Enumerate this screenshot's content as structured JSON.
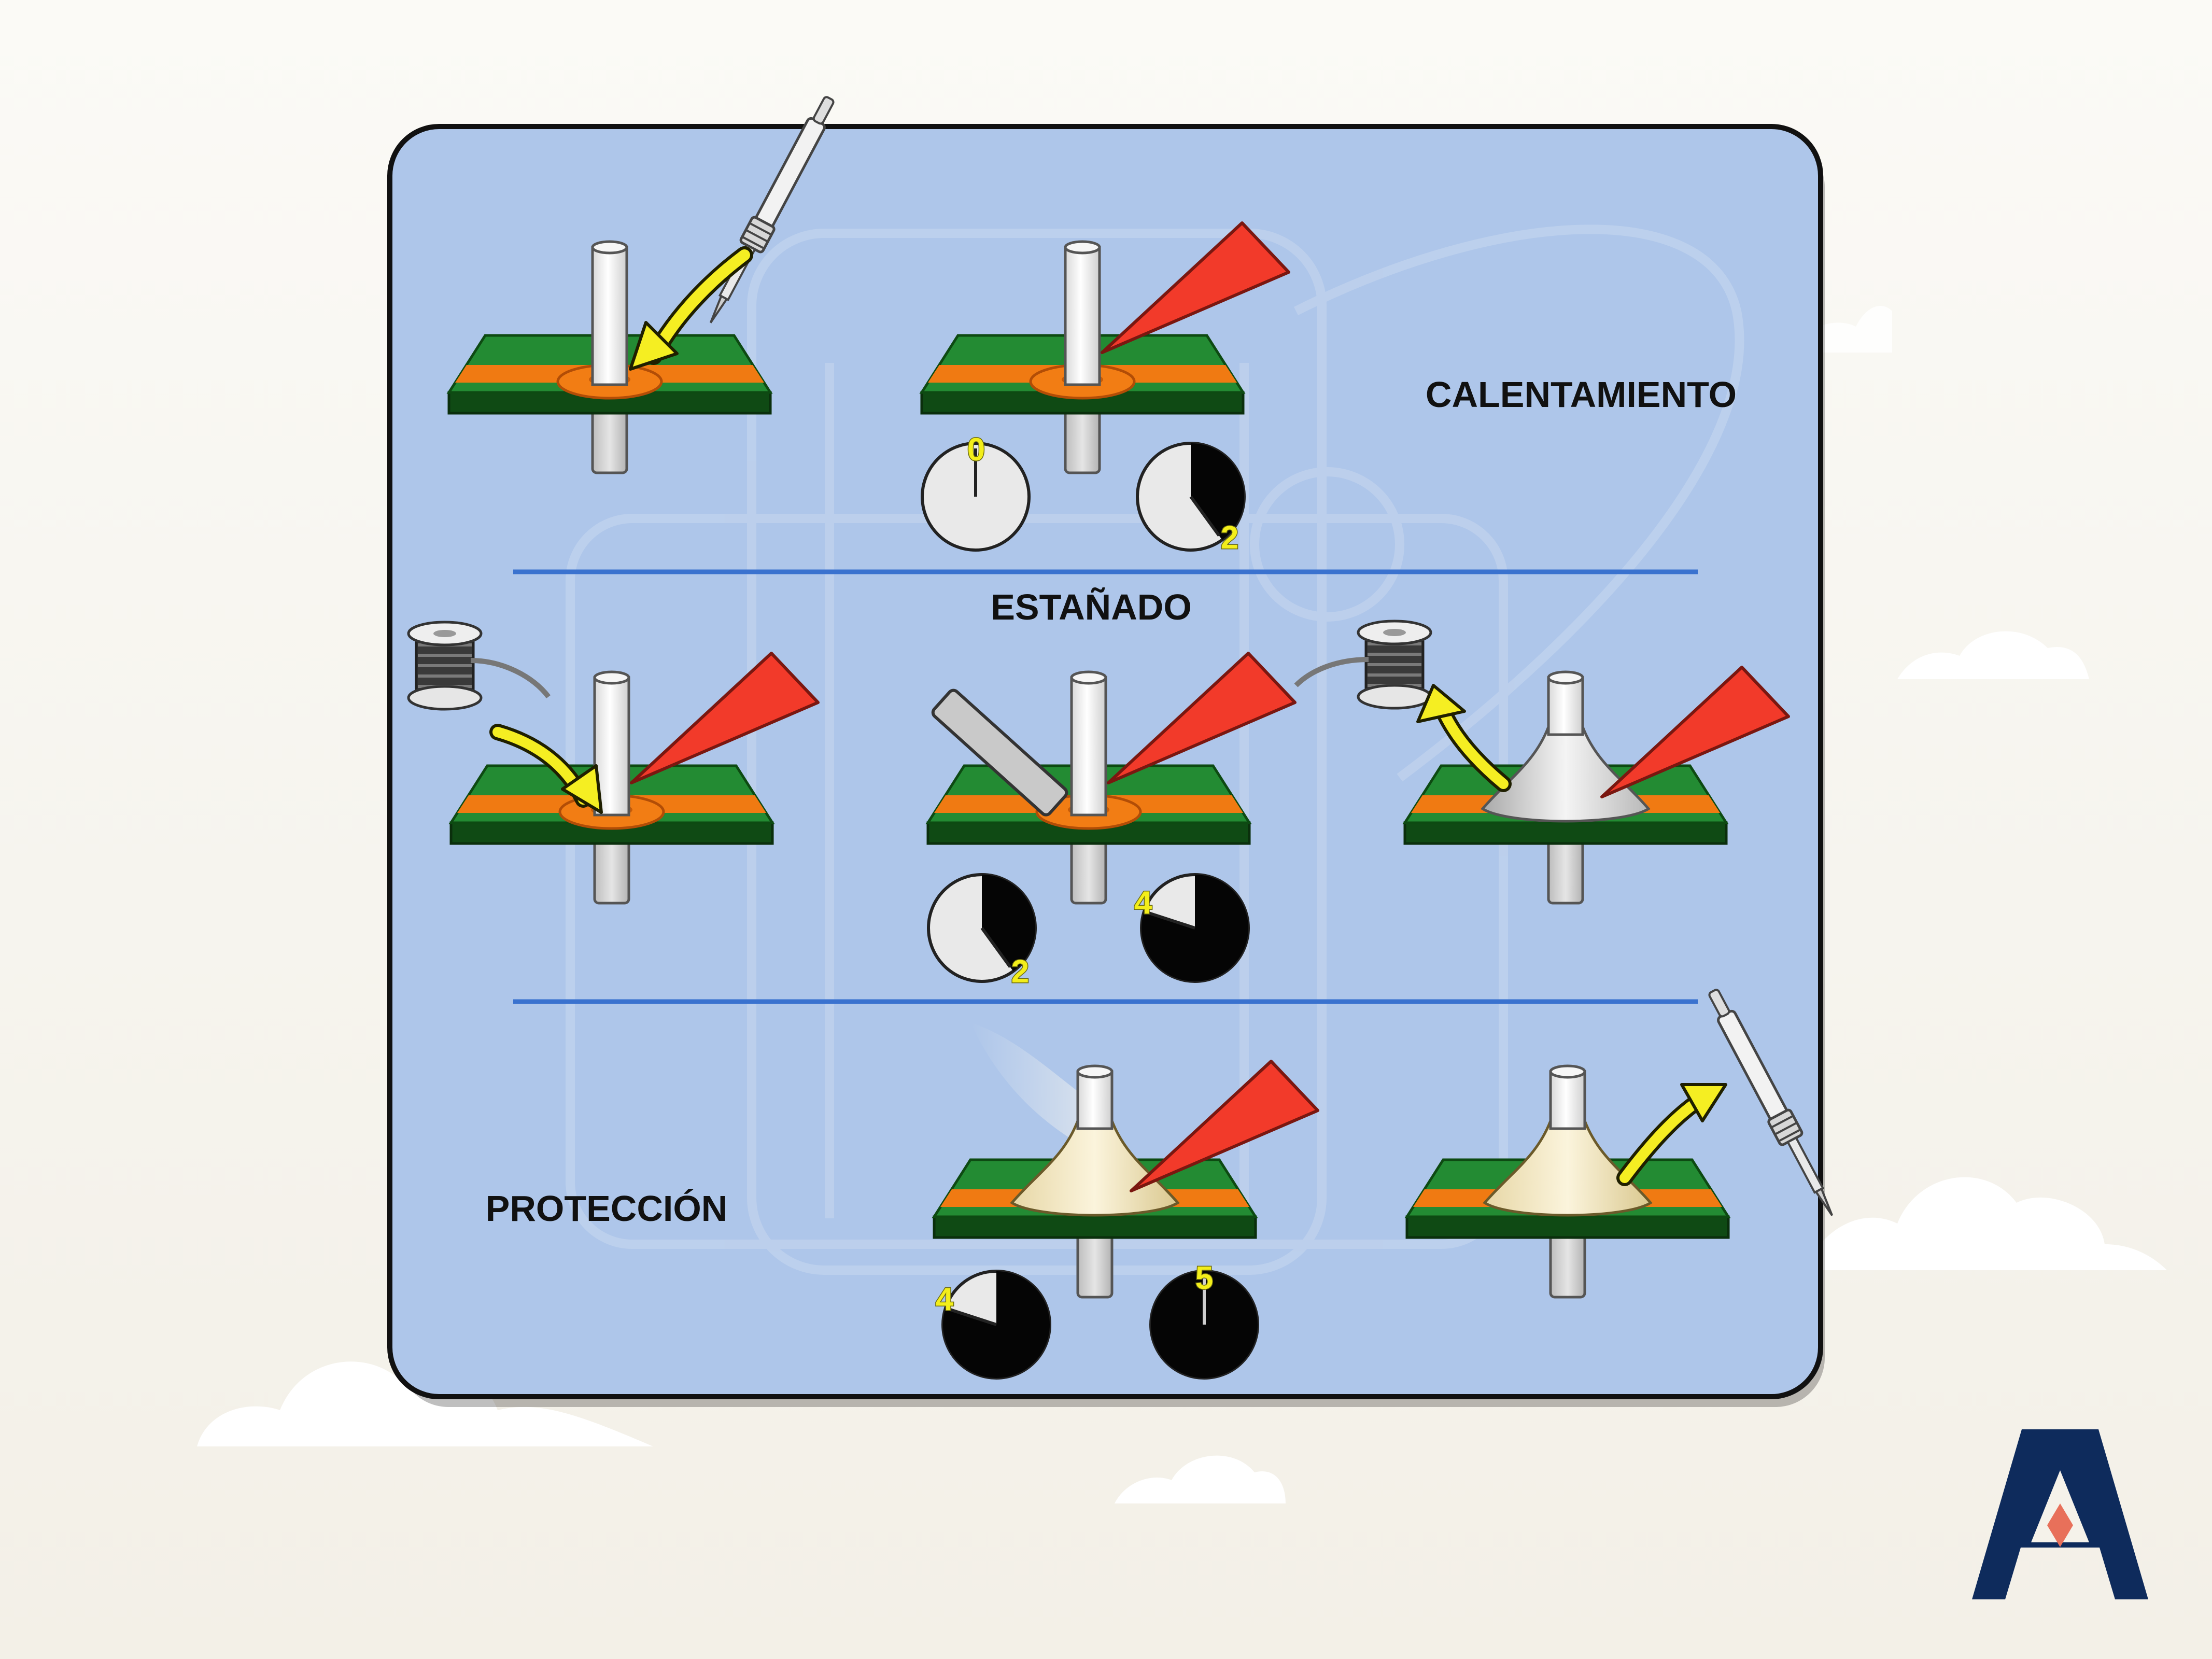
{
  "sections": {
    "heating_label": "CALENTAMIENTO",
    "tinning_label": "ESTAÑADO",
    "protection_label": "PROTECCIÓN"
  },
  "timers": {
    "t0": "0",
    "t2a": "2",
    "t2b": "2",
    "t4a": "4",
    "t4b": "4",
    "t5": "5"
  },
  "timer_fractions": {
    "t0": 0.0,
    "t2": 0.4,
    "t4": 0.8,
    "t5": 1.0
  },
  "colors": {
    "panel": "#aec6ea",
    "board_green": "#228a32",
    "copper_trace": "#f07a12",
    "iron_tip": "#f23a2a",
    "arrow": "#f5ee22",
    "divider": "#3a72cf",
    "logo_navy": "#0e2b5c",
    "logo_accent": "#e8705a"
  },
  "logo": {
    "icon": "a-logo-icon"
  }
}
